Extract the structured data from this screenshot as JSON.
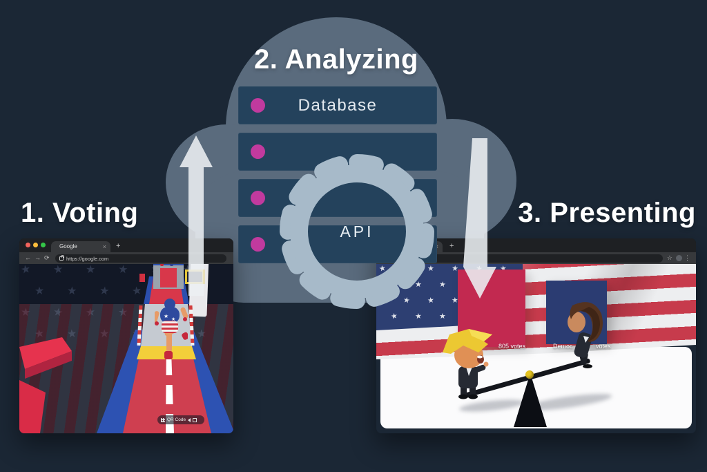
{
  "colors": {
    "bg": "#1b2735",
    "cloud": "#5a6b7d",
    "bar": "#24425c",
    "led": "#c13a9e",
    "gear": "#a7bac9",
    "chrome_dark": "#1e2023",
    "chrome_light": "#37393c",
    "crimson": "#c22950",
    "bluepanel": "#2b3c72",
    "flagred": "#c73b4c",
    "flagwhite": "#edeef0",
    "canton": "#2d3f72",
    "arrow": "rgba(236,239,243,0.88)"
  },
  "titles": {
    "step1": "1. Voting",
    "step2": "2. Analyzing",
    "step3": "3. Presenting"
  },
  "cloud_stack": {
    "api_label": "API",
    "servers": [
      {
        "label": "Database"
      },
      {
        "label": ""
      },
      {
        "label": ""
      },
      {
        "label": ""
      }
    ]
  },
  "icons": {
    "back": "←",
    "forward": "→",
    "reload": "⟳",
    "close_tab": "×",
    "new_tab": "+",
    "bookmark_star": "☆",
    "kebab_menu": "⋮",
    "flag_star": "★"
  },
  "voting_window": {
    "tab_title": "Google",
    "url": "https://google.com",
    "overlay": {
      "qr_label": "QR Code"
    }
  },
  "presenting_window": {
    "vote_labels": {
      "left_fragment": "805 votes",
      "right_fragment_start": "Democ",
      "right_fragment_end": "votes"
    }
  }
}
